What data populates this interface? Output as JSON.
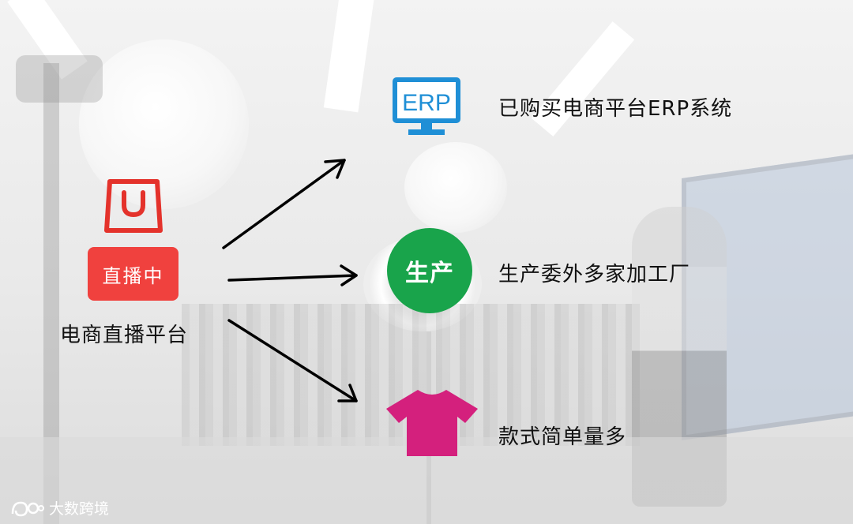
{
  "platform": {
    "live_badge": "直播中",
    "label": "电商直播平台"
  },
  "items": [
    {
      "icon_text": "ERP",
      "text": "已购买电商平台ERP系统",
      "icon": "erp-monitor-icon",
      "color": "#1f8fd6"
    },
    {
      "icon_text": "生产",
      "text": "生产委外多家加工厂",
      "icon": "production-circle-icon",
      "color": "#19a44b"
    },
    {
      "text": "款式简单量多",
      "icon": "t-shirt-icon",
      "color": "#d4207d"
    }
  ],
  "watermark": {
    "text": "大数跨境",
    "icon": "logo-icon"
  },
  "colors": {
    "badge": "#f0413e",
    "arrow": "#000000"
  }
}
